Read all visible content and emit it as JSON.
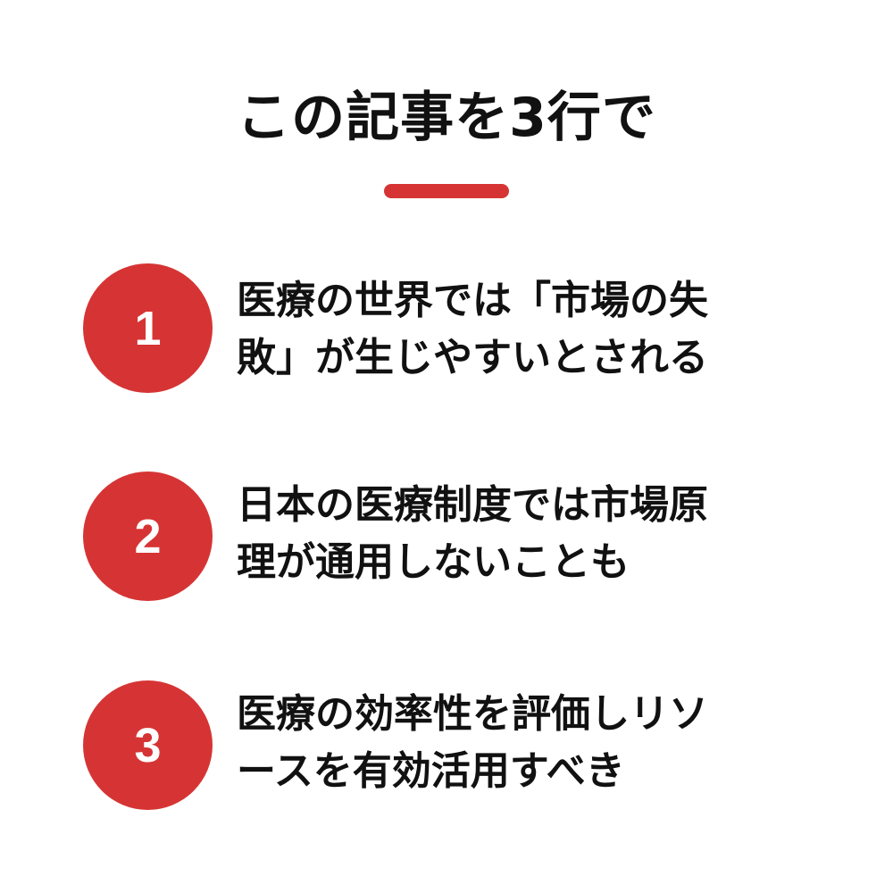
{
  "title": "この記事を3行で",
  "colors": {
    "accent": "#d63434",
    "text": "#111111",
    "background": "#ffffff"
  },
  "items": [
    {
      "number": "1",
      "lines": [
        "医療の世界では「市場の失",
        "敗」が生じやすいとされる"
      ]
    },
    {
      "number": "2",
      "lines": [
        "日本の医療制度では市場原",
        "理が通用しないことも"
      ]
    },
    {
      "number": "3",
      "lines": [
        "医療の効率性を評価しリソ",
        "ースを有効活用すべき"
      ]
    }
  ]
}
